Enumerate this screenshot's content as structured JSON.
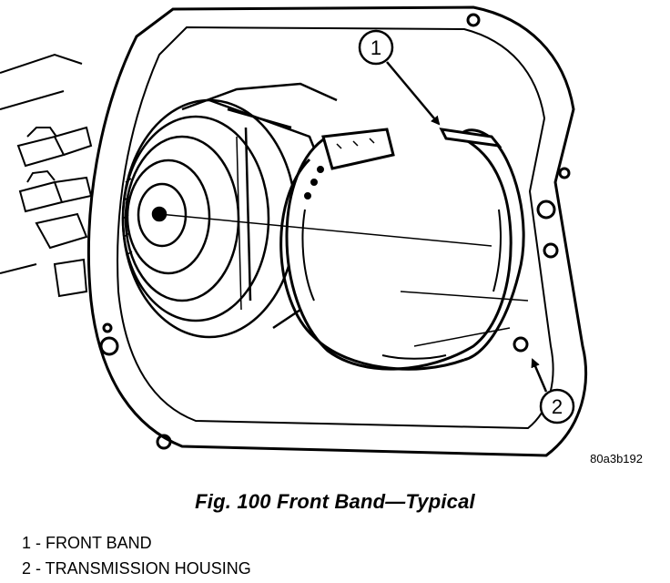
{
  "figure": {
    "code": "80a3b192",
    "caption": "Fig. 100 Front Band—Typical"
  },
  "callouts": [
    {
      "number": "1"
    },
    {
      "number": "2"
    }
  ],
  "legend": [
    {
      "text": "1 - FRONT BAND"
    },
    {
      "text": "2 - TRANSMISSION HOUSING"
    }
  ]
}
